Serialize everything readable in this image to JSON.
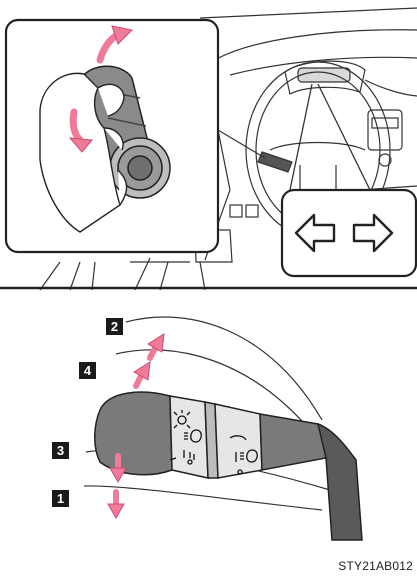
{
  "figure_code": "STY21AB012",
  "colors": {
    "arrow_pink": "#f07a9a",
    "arrow_pink_edge": "#c94d72",
    "line": "#333333",
    "badge_bg": "#1a1a1a",
    "badge_text": "#ffffff"
  },
  "icons": {
    "turn_signal_left": "left-arrow-outline-icon",
    "turn_signal_right": "right-arrow-outline-icon",
    "headlight": "headlight-icon",
    "parking_lights": "parking-light-icon",
    "fog_light": "fog-light-icon"
  },
  "positions": {
    "p1": "1",
    "p2": "2",
    "p3": "3",
    "p4": "4"
  }
}
